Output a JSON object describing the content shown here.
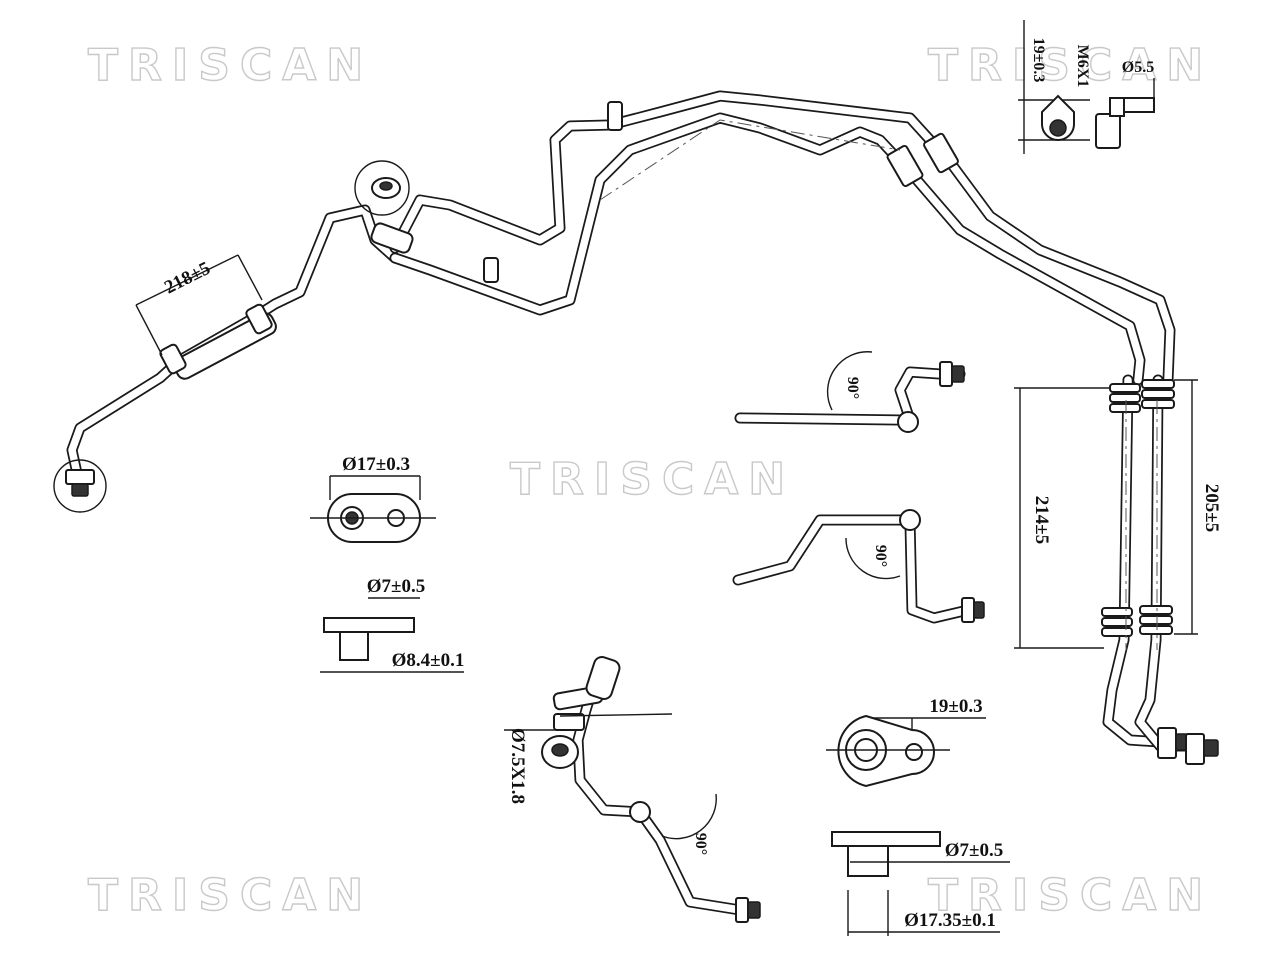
{
  "watermark": "TRISCAN",
  "dimensions": {
    "hose_length": "218±5",
    "flange1_width": "Ø17±0.3",
    "flange1_hole": "Ø7±0.5",
    "flange1_spigot": "Ø8.4±0.1",
    "clip_width": "Ø7.5X1.8",
    "flange2_width": "19±0.3",
    "flange2_hole": "Ø7±0.5",
    "flange2_spigot": "Ø17.35±0.1",
    "sec1_a": "19±0.3",
    "sec1_b": "M6X1",
    "sec1_c": "Ø5.5",
    "right_len_a": "214±5",
    "right_len_b": "205±5",
    "angle1": "90°",
    "angle2": "90°",
    "angle3": "90°"
  }
}
